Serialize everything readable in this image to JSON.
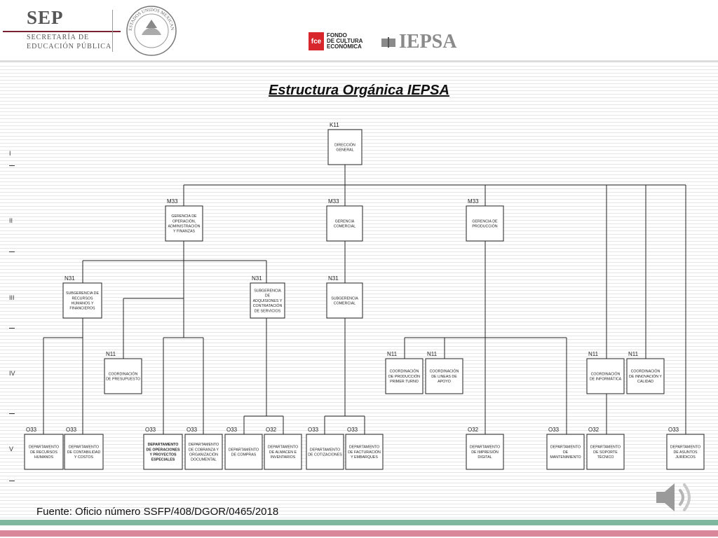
{
  "header": {
    "sep_title": "SEP",
    "sep_line1": "SECRETARÍA DE",
    "sep_line2": "EDUCACIÓN PÚBLICA",
    "seal_text": "ESTADOS UNIDOS MEXICANOS",
    "fce_mark": "fce",
    "fce_line1": "FONDO",
    "fce_line2": "DE CULTURA",
    "fce_line3": "ECONÓMICA",
    "iepsa_text": "IEPSA"
  },
  "title": "Estructura Orgánica IEPSA",
  "levels": [
    "I",
    "II",
    "III",
    "IV",
    "V"
  ],
  "nodes": [
    {
      "id": "dg",
      "code": "K11",
      "label": [
        "DIRECCIÓN",
        "GENERAL"
      ]
    },
    {
      "id": "goaf",
      "code": "M33",
      "label": [
        "GERENCIA DE",
        "OPERACIÓN,",
        "ADMINISTRACIÓN",
        "Y FINANZAS"
      ]
    },
    {
      "id": "gc",
      "code": "M33",
      "label": [
        "GERENCIA",
        "COMERCIAL"
      ]
    },
    {
      "id": "gp",
      "code": "M33",
      "label": [
        "GERENCIA DE",
        "PRODUCCIÓN"
      ]
    },
    {
      "id": "srhf",
      "code": "N31",
      "label": [
        "SUBGERENCIA DE",
        "RECURSOS",
        "HUMANOS Y",
        "FINANCIEROS"
      ]
    },
    {
      "id": "sacs",
      "code": "N31",
      "label": [
        "SUBGERENCIA",
        "DE",
        "ADQUISIONES Y",
        "CONTRATACIÓN",
        "DE SERVICIOS"
      ]
    },
    {
      "id": "sc",
      "code": "N31",
      "label": [
        "SUBGERENCIA",
        "COMERCIAL"
      ]
    },
    {
      "id": "cpres",
      "code": "N11",
      "label": [
        "COORDINACIÓN",
        "DE PRESUPUESTO"
      ]
    },
    {
      "id": "cppt",
      "code": "N11",
      "label": [
        "COORDINACIÓN",
        "DE PRODUCCIÓN",
        "PRIMER TURNO"
      ]
    },
    {
      "id": "clap",
      "code": "N11",
      "label": [
        "COORDINACIÓN",
        "DE LINEAS DE",
        "APOYO"
      ]
    },
    {
      "id": "cinf",
      "code": "N11",
      "label": [
        "COORDINACIÓN",
        "DE INFORMÁTICA"
      ]
    },
    {
      "id": "cinn",
      "code": "N11",
      "label": [
        "COORDINACIÓN",
        "DE INNOVACIÓN Y",
        "CALIDAD"
      ]
    },
    {
      "id": "drh",
      "code": "O33",
      "label": [
        "DEPARTAMENTO",
        "DE RECURSOS",
        "HUMANOS"
      ]
    },
    {
      "id": "dcc",
      "code": "O33",
      "label": [
        "DEPARTAMENTO",
        "DE CONTABILIDAD",
        "Y COSTOS"
      ]
    },
    {
      "id": "dope",
      "code": "O33",
      "bold": true,
      "label": [
        "DEPARTAMENTO",
        "DE OPERACIONES",
        "Y PROYECTOS",
        "ESPECIALES"
      ]
    },
    {
      "id": "dcob",
      "code": "O33",
      "label": [
        "DEPARTAMENTO",
        "DE COBRANZA Y",
        "ORGANIZACIÓN",
        "DOCUMENTAL"
      ]
    },
    {
      "id": "dcom",
      "code": "O33",
      "label": [
        "DEPARTAMENTO",
        "DE COMPRAS"
      ]
    },
    {
      "id": "dalm",
      "code": "O32",
      "label": [
        "DEPARTAMENTO",
        "DE ALMACEN E",
        "INVENTARIOS"
      ]
    },
    {
      "id": "dcot",
      "code": "O33",
      "label": [
        "DEPARTAMENTO",
        "DE COTIZACIONES"
      ]
    },
    {
      "id": "dfac",
      "code": "O33",
      "label": [
        "DEPARTAMENTO",
        "DE FACTURACIÓN",
        "Y EMBARQUES"
      ]
    },
    {
      "id": "dimp",
      "code": "O32",
      "label": [
        "DEPARTAMENTO",
        "DE IMPRESIÓN",
        "DIGITAL"
      ]
    },
    {
      "id": "dman",
      "code": "O33",
      "label": [
        "DEPARTAMENTO",
        "DE",
        "MANTENIMIENTO"
      ]
    },
    {
      "id": "dsop",
      "code": "O32",
      "label": [
        "DEPARTAMENTO",
        "DE SOPORTE",
        "TÉCNICO"
      ]
    },
    {
      "id": "daj",
      "code": "O33",
      "label": [
        "DEPARTAMENTO",
        "DE ASUNTOS",
        "JURÍDICOS"
      ]
    }
  ],
  "source": "Fuente:  Oficio número SSFP/408/DGOR/0465/2018",
  "icons": {
    "speaker": "speaker-icon",
    "seal": "seal-icon",
    "book": "book-icon"
  },
  "colors": {
    "accent_green": "#7fb79f",
    "accent_pink": "#d9879a",
    "sep_red": "#7a2234",
    "fce_red": "#d7262c"
  }
}
